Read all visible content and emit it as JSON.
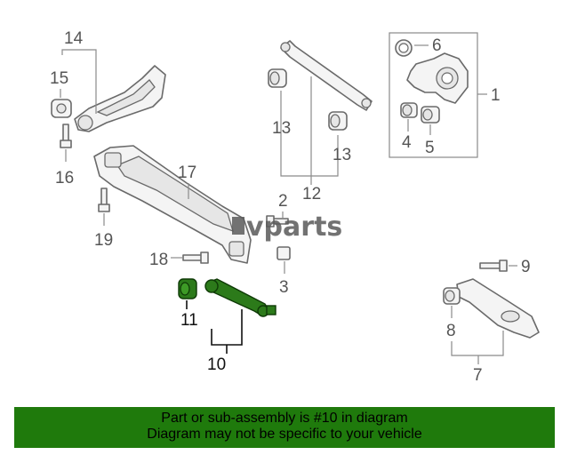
{
  "callouts": {
    "c1": "1",
    "c2": "2",
    "c3": "3",
    "c4": "4",
    "c5": "5",
    "c6": "6",
    "c7": "7",
    "c8": "8",
    "c9": "9",
    "c10": "10",
    "c11": "11",
    "c12": "12",
    "c13a": "13",
    "c13b": "13",
    "c14": "14",
    "c15": "15",
    "c16": "16",
    "c17": "17",
    "c18": "18",
    "c19": "19"
  },
  "highlighted_part": "10",
  "colors": {
    "highlight": "#2c7a1a",
    "banner": "#1f7a0c",
    "line": "#6a6a6a"
  },
  "watermark": "vparts",
  "banner": {
    "line1": "Part or sub-assembly is #10 in diagram",
    "line2": "Diagram may not be specific to your vehicle"
  }
}
